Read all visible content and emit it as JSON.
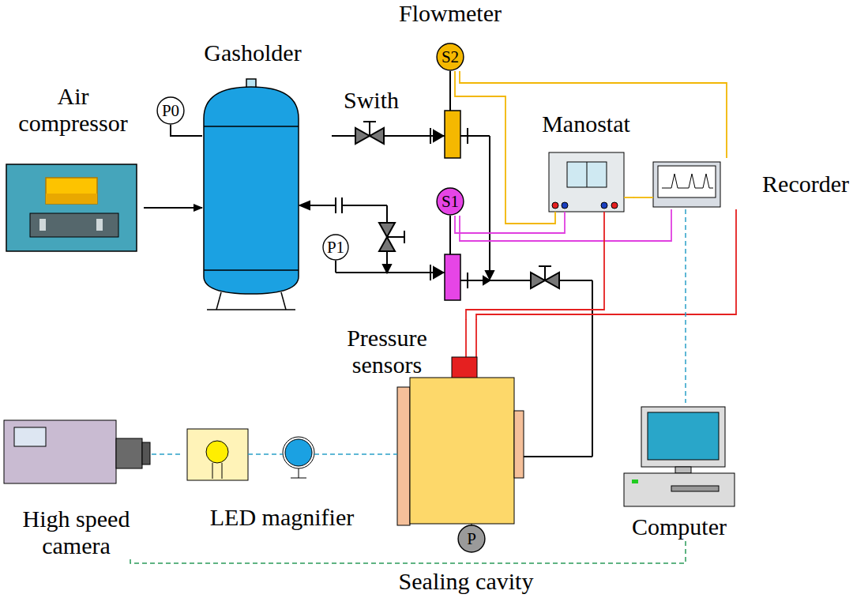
{
  "diagram": {
    "nodes": [
      {
        "text": [
          "Air compressor"
        ]
      },
      {
        "text": [
          "Gasholder"
        ]
      },
      {
        "text": [
          "P0"
        ]
      },
      {
        "text": [
          "P1"
        ]
      },
      {
        "text": [
          "S2"
        ]
      },
      {
        "text": [
          "S1"
        ]
      },
      {
        "text": [
          "Manostat"
        ]
      },
      {
        "text": [
          "Recorder"
        ]
      },
      {
        "text": [
          "Pressure sensors"
        ]
      },
      {
        "text": [
          "P"
        ]
      },
      {
        "text": [
          "High speed camera"
        ]
      },
      {
        "text": [
          "LED magnifier"
        ]
      },
      {
        "text": [
          "Computer"
        ]
      }
    ],
    "edges": [
      {
        "from": 0,
        "to": 1,
        "arrow": "to"
      },
      {
        "from": 2,
        "to": 1,
        "arrow": "none"
      },
      {
        "from": 4,
        "to": 7,
        "arrow": "none"
      },
      {
        "from": 4,
        "to": 6,
        "arrow": "none"
      },
      {
        "from": 5,
        "to": 6,
        "arrow": "none"
      },
      {
        "from": 5,
        "to": 7,
        "arrow": "none"
      },
      {
        "from": 8,
        "to": 6,
        "arrow": "none"
      },
      {
        "from": 8,
        "to": 7,
        "arrow": "none"
      },
      {
        "from": 6,
        "to": 7,
        "arrow": "none"
      },
      {
        "from": 7,
        "to": 12,
        "arrow": "none"
      },
      {
        "from": 10,
        "to": 11,
        "arrow": "none"
      },
      {
        "from": 10,
        "to": 12,
        "arrow": "none"
      }
    ],
    "labels": [
      "Flowmeter",
      "Swith",
      "Sealing cavity"
    ]
  }
}
